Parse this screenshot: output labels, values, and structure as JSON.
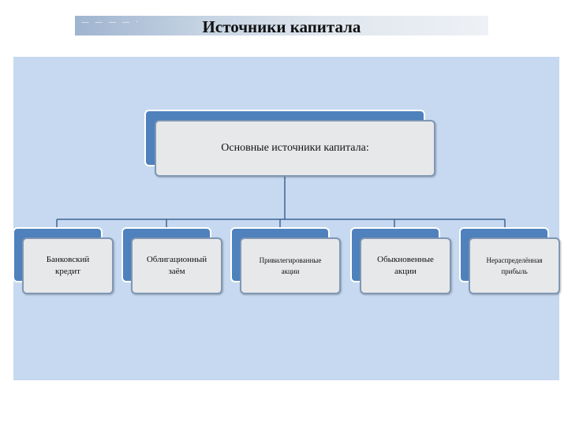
{
  "slide": {
    "title": "Источники капитала",
    "title_bar_dashes": "— — — — ·"
  },
  "diagram": {
    "root": "Основные источники капитала:",
    "children": [
      "Банковский\nкредит",
      "Облигационный\nзаём",
      "Привилегированные\nакции",
      "Обыкновенные\nакции",
      "Нераспределённая\nприбыль"
    ]
  },
  "colors": {
    "panel": "#c6d9f0",
    "box_fill": "#e7e8ea",
    "box_border": "#7f97b5",
    "shadow_box": "#4f81bd",
    "connector": "#3f6494"
  }
}
